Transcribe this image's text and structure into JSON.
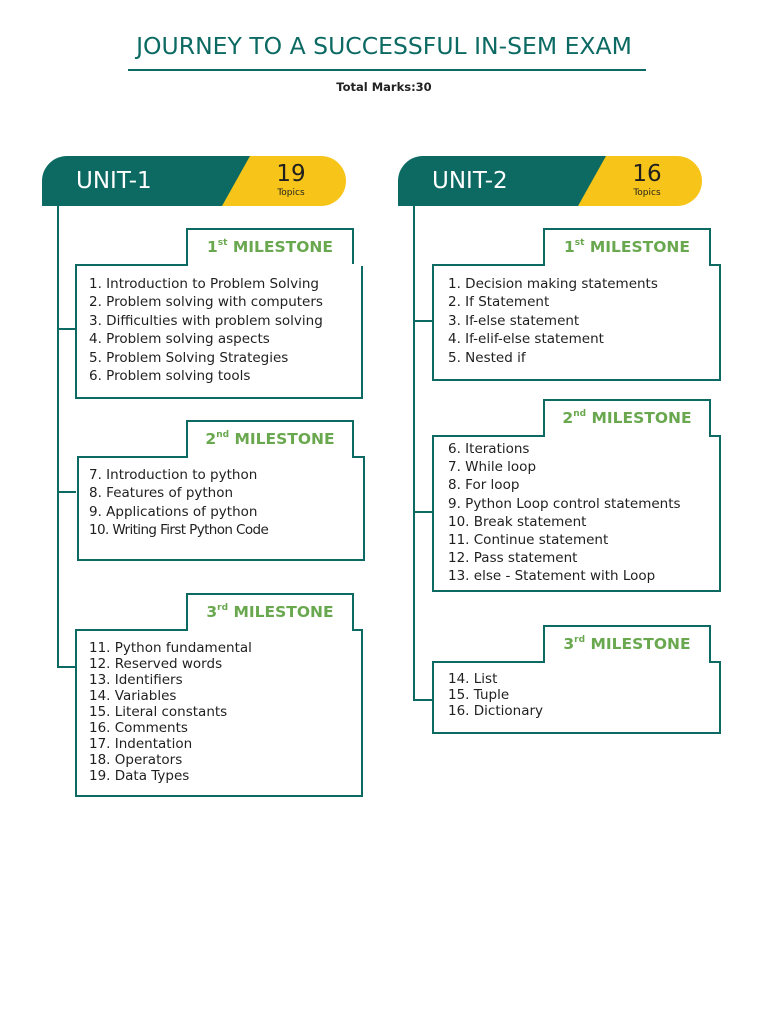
{
  "title": "JOURNEY TO A SUCCESSFUL IN-SEM EXAM",
  "subtitle": "Total Marks:30",
  "units": [
    {
      "name": "UNIT-1",
      "topic_count": "19",
      "topic_label": "Topics",
      "milestones": [
        {
          "num": "1",
          "suffix": "st",
          "label": "MILESTONE",
          "items": [
            "1. Introduction to Problem Solving",
            "2. Problem solving with computers",
            "3. Difficulties with problem solving",
            "4. Problem solving aspects",
            "5. Problem Solving Strategies",
            "6. Problem solving tools"
          ]
        },
        {
          "num": "2",
          "suffix": "nd",
          "label": "MILESTONE",
          "items": [
            "7. Introduction to python",
            "8. Features of python",
            "9. Applications of python",
            "10. Writing First Python Code"
          ]
        },
        {
          "num": "3",
          "suffix": "rd",
          "label": "MILESTONE",
          "items": [
            "11. Python fundamental",
            "12. Reserved words",
            "13. Identifiers",
            "14. Variables",
            "15. Literal constants",
            "16. Comments",
            "17. Indentation",
            "18. Operators",
            "19. Data Types"
          ]
        }
      ]
    },
    {
      "name": "UNIT-2",
      "topic_count": "16",
      "topic_label": "Topics",
      "milestones": [
        {
          "num": "1",
          "suffix": "st",
          "label": "MILESTONE",
          "items": [
            "1. Decision making statements",
            "2. If Statement",
            "3. If-else statement",
            "4. If-elif-else statement",
            "5. Nested if"
          ]
        },
        {
          "num": "2",
          "suffix": "nd",
          "label": "MILESTONE",
          "items": [
            "6. Iterations",
            "7. While loop",
            "8. For loop",
            "9. Python Loop control statements",
            "10. Break statement",
            "11. Continue statement",
            "12. Pass statement",
            "13. else - Statement with Loop"
          ]
        },
        {
          "num": "3",
          "suffix": "rd",
          "label": "MILESTONE",
          "items": [
            "14. List",
            "15. Tuple",
            "16. Dictionary"
          ]
        }
      ]
    }
  ],
  "colors": {
    "teal": "#0c6a63",
    "yellow": "#f7c519",
    "milestone_green": "#6aa84f"
  }
}
